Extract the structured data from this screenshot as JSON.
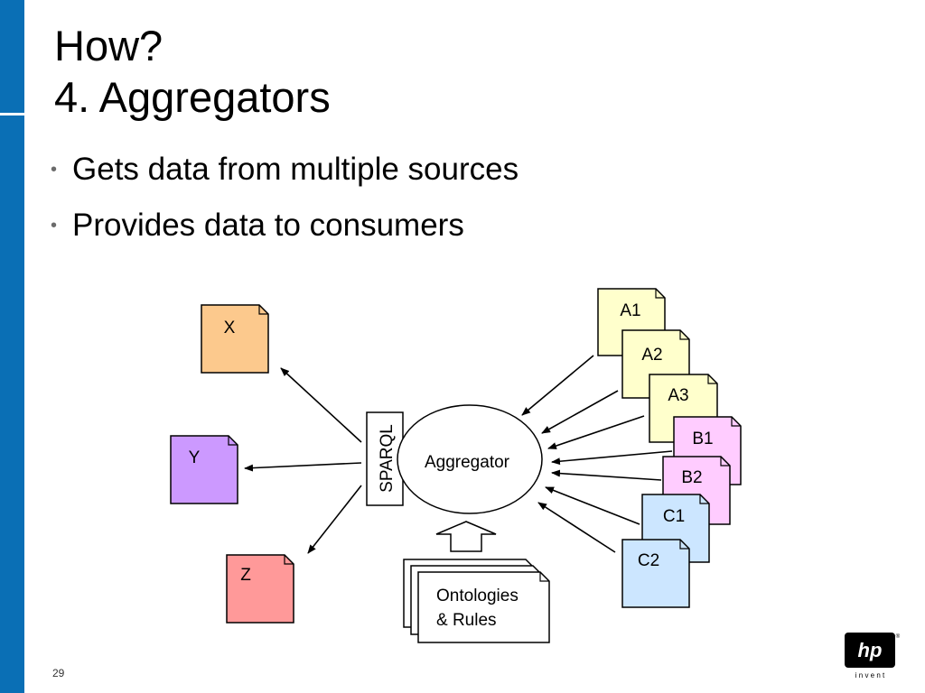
{
  "slide": {
    "title_line1": "How?",
    "title_line2": "4. Aggregators",
    "bullets": [
      "Gets data from multiple sources",
      "Provides data to consumers"
    ],
    "page_number": "29"
  },
  "diagram": {
    "aggregator_label": "Aggregator",
    "interface_label": "SPARQL",
    "ontologies_line1": "Ontologies",
    "ontologies_line2": "& Rules",
    "consumers": [
      {
        "label": "X",
        "color": "#fcc98d"
      },
      {
        "label": "Y",
        "color": "#cc99ff"
      },
      {
        "label": "Z",
        "color": "#ff9999"
      }
    ],
    "sources": [
      {
        "label": "A1",
        "color": "#ffffcc"
      },
      {
        "label": "A2",
        "color": "#ffffcc"
      },
      {
        "label": "A3",
        "color": "#ffffcc"
      },
      {
        "label": "B1",
        "color": "#ffccff"
      },
      {
        "label": "B2",
        "color": "#ffccff"
      },
      {
        "label": "C1",
        "color": "#cce6ff"
      },
      {
        "label": "C2",
        "color": "#cce6ff"
      }
    ]
  },
  "logo": {
    "mark": "hp",
    "tagline": "i n v e n t",
    "registered": "®"
  }
}
